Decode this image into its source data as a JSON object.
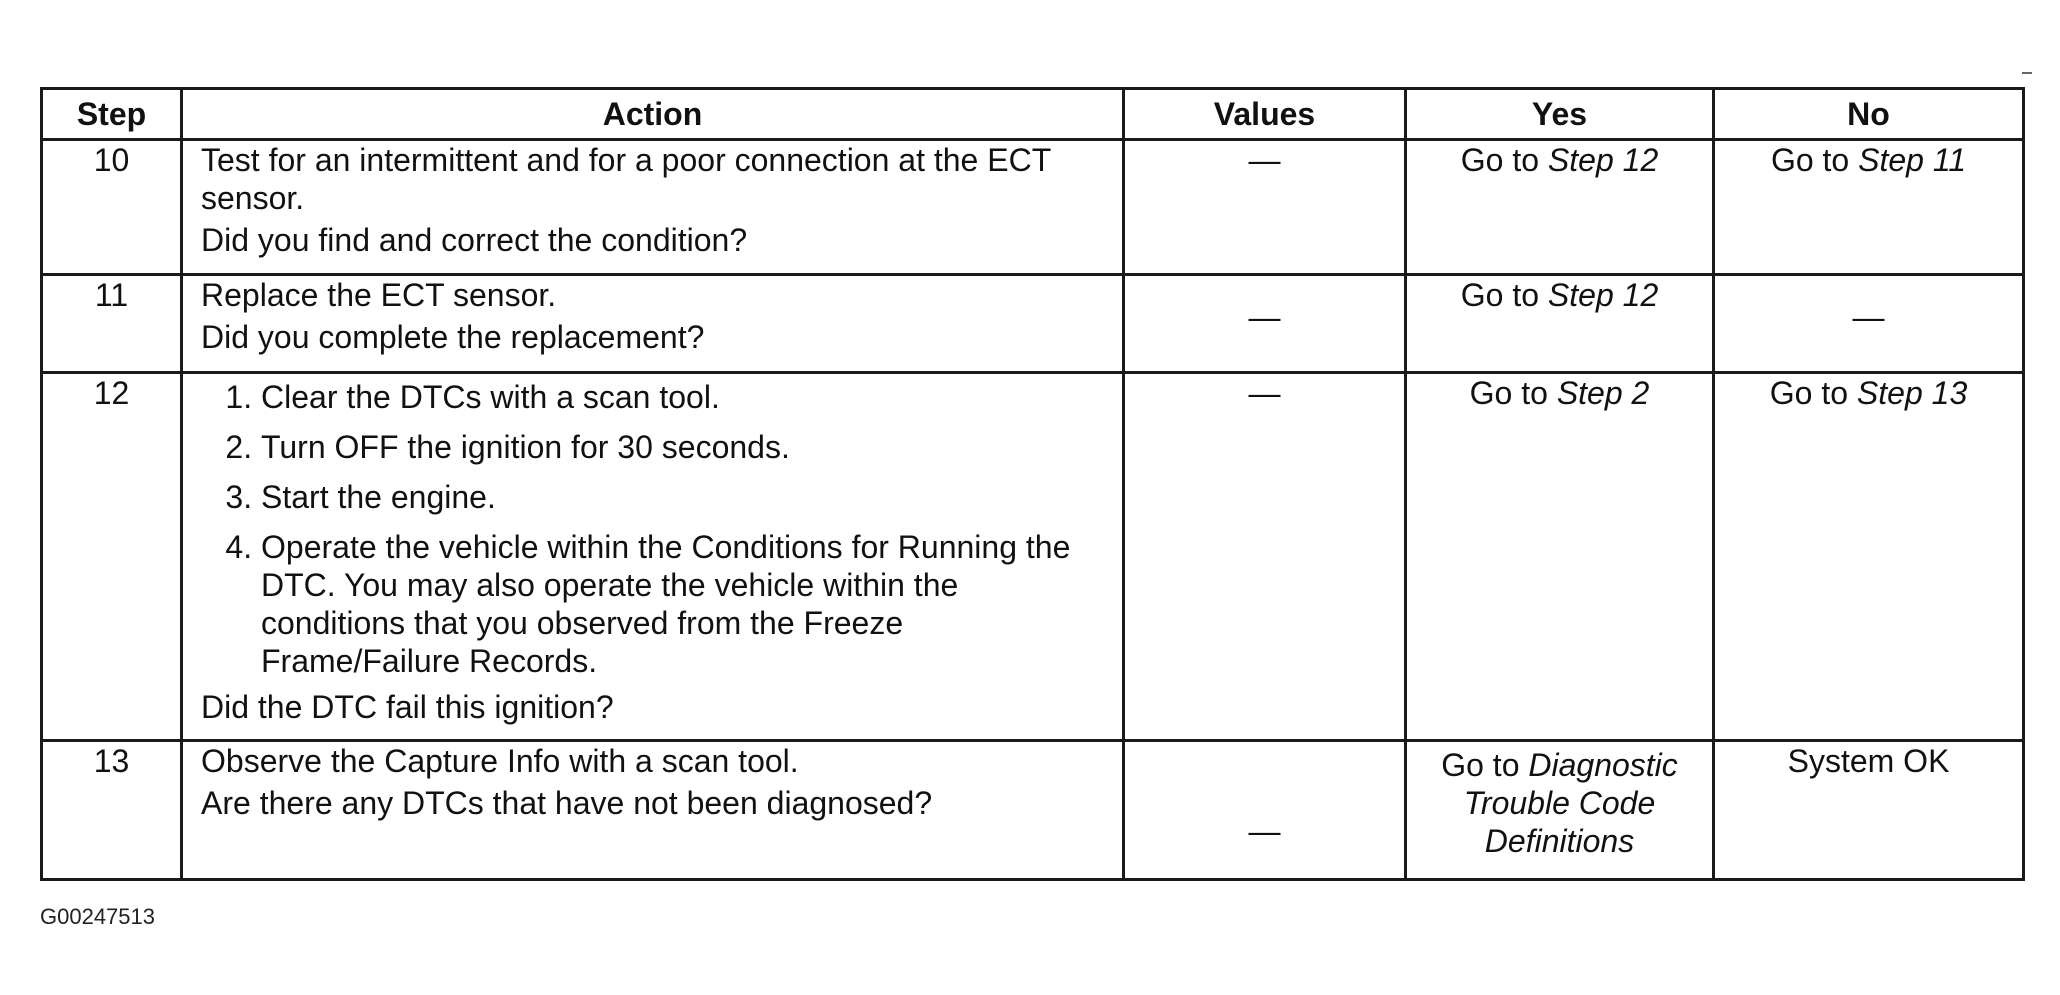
{
  "table": {
    "headers": {
      "step": "Step",
      "action": "Action",
      "values": "Values",
      "yes": "Yes",
      "no": "No"
    },
    "rows": [
      {
        "step": "10",
        "action_lines": [
          "Test for an intermittent and for a poor connection at the ECT sensor."
        ],
        "question": "Did you find and correct the condition?",
        "values": "—",
        "yes_prefix": "Go to ",
        "yes_link": "Step 12",
        "no_prefix": "Go to ",
        "no_link": "Step 11"
      },
      {
        "step": "11",
        "action_lines": [
          "Replace the ECT sensor."
        ],
        "question": "Did you complete the replacement?",
        "values": "—",
        "yes_prefix": "Go to ",
        "yes_link": "Step 12",
        "no_text": "—"
      },
      {
        "step": "12",
        "list": [
          "Clear the DTCs with a scan tool.",
          "Turn OFF the ignition for 30 seconds.",
          "Start the engine.",
          "Operate the vehicle within the Conditions for Running the DTC. You may also operate the vehicle within the conditions that you observed from the Freeze Frame/Failure Records."
        ],
        "question": "Did the DTC fail this ignition?",
        "values": "—",
        "yes_prefix": "Go to ",
        "yes_link": "Step 2",
        "no_prefix": "Go to ",
        "no_link": "Step 13"
      },
      {
        "step": "13",
        "action_lines": [
          "Observe the Capture Info with a scan tool."
        ],
        "question": "Are there any DTCs that have not been diagnosed?",
        "values": "—",
        "yes_prefix": "Go to ",
        "yes_link": "Diagnostic Trouble Code Definitions",
        "no_text": "System OK"
      }
    ]
  },
  "figure_id": "G00247513"
}
